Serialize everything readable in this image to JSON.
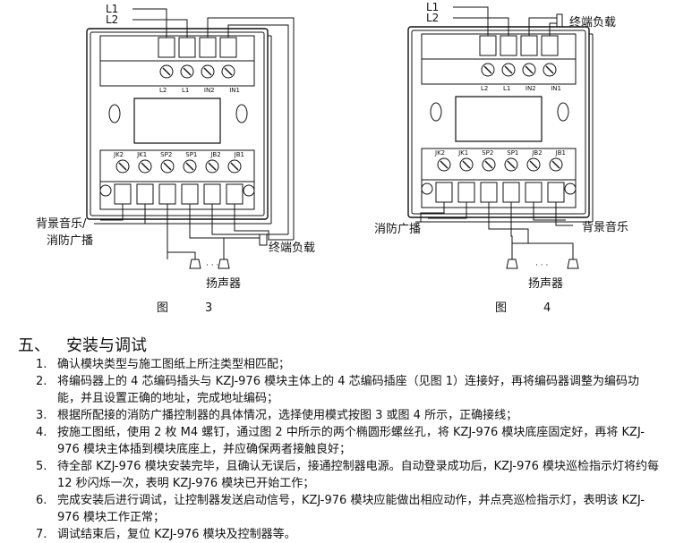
{
  "fig3": {
    "caption": "图　3",
    "line_labels": [
      "L1",
      "L2"
    ],
    "top_terminals": [
      "L2",
      "L1",
      "IN2",
      "IN1"
    ],
    "bottom_terminals": [
      "JK2",
      "JK1",
      "SP2",
      "SP1",
      "JB2",
      "JB1"
    ],
    "label_bg_music": "背景音乐/",
    "label_fire_broadcast": "消防广播",
    "label_terminal_load": "终端负载",
    "label_speaker": "扬声器",
    "dots": "· · ·"
  },
  "fig4": {
    "caption": "图　4",
    "line_labels": [
      "L1",
      "L2"
    ],
    "top_terminals": [
      "L2",
      "L1",
      "IN2",
      "IN1"
    ],
    "bottom_terminals": [
      "JK2",
      "JK1",
      "SP2",
      "SP1",
      "JB2",
      "JB1"
    ],
    "label_terminal_load": "终端负载",
    "label_fire_broadcast": "消防广播",
    "label_bg_music": "背景音乐",
    "label_speaker": "扬声器",
    "dots": "· · ·"
  },
  "section": {
    "number": "五、",
    "title": "安装与调试",
    "steps": [
      {
        "n": "1.",
        "text": "确认模块类型与施工图纸上所注类型相匹配；"
      },
      {
        "n": "2.",
        "text": "将编码器上的 4 芯编码插头与 KZJ-976 模块主体上的 4 芯编码插座（见图 1）连接好，再将编码器调整为编码功能，并且设置正确的地址，完成地址编码；"
      },
      {
        "n": "3.",
        "text": "根据所配接的消防广播控制器的具体情况，选择使用模式按图 3 或图 4 所示，正确接线；"
      },
      {
        "n": "4.",
        "text": "按施工图纸，使用 2 枚 M4 螺钉，通过图 2 中所示的两个椭圆形螺丝孔，将 KZJ-976 模块底座固定好，再将 KZJ-976 模块主体插到模块底座上，并应确保两者接触良好；"
      },
      {
        "n": "5.",
        "text": "待全部 KZJ-976 模块安装完毕，且确认无误后，接通控制器电源。自动登录成功后，KZJ-976 模块巡检指示灯将约每 12 秒闪烁一次，表明 KZJ-976 模块已开始工作；"
      },
      {
        "n": "6.",
        "text": "完成安装后进行调试，让控制器发送启动信号，KZJ-976 模块应能做出相应动作，并点亮巡检指示灯，表明该 KZJ-976 模块工作正常；"
      },
      {
        "n": "7.",
        "text": "调试结束后，复位 KZJ-976 模块及控制器等。"
      }
    ]
  }
}
